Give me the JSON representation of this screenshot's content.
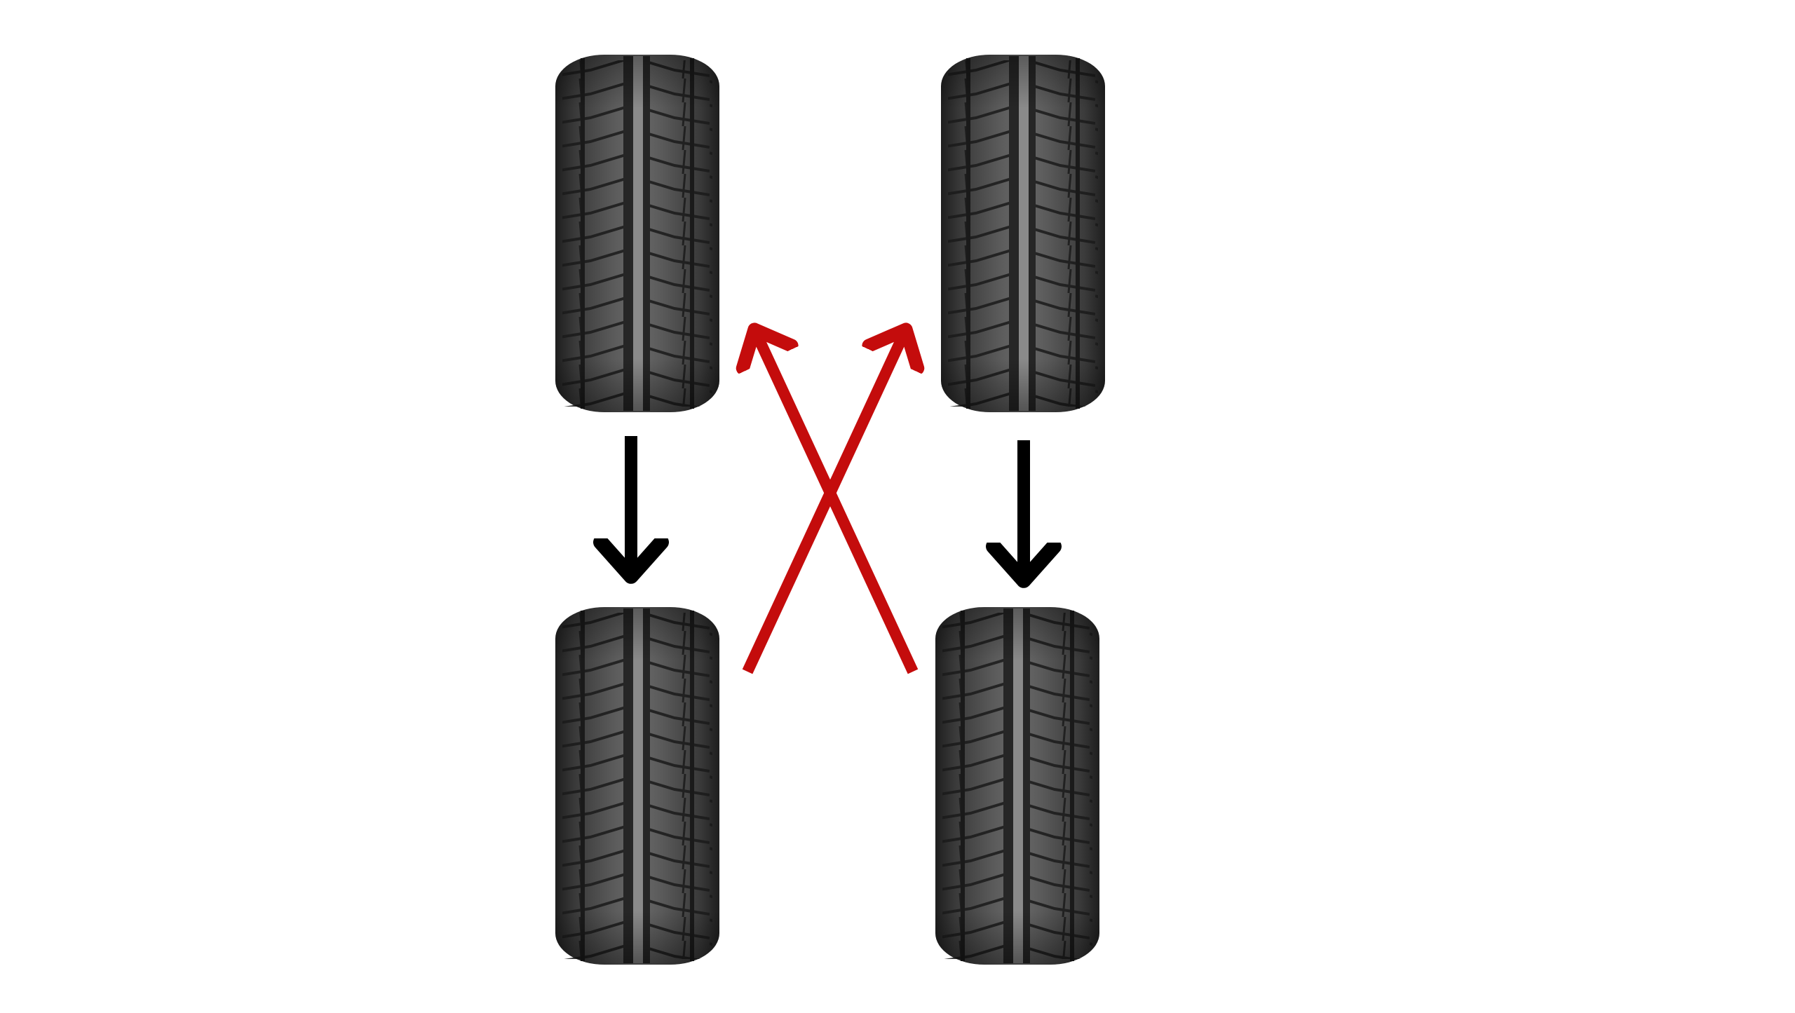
{
  "diagram": {
    "type": "tire-rotation",
    "tires": [
      {
        "id": "front-left"
      },
      {
        "id": "front-right"
      },
      {
        "id": "rear-left"
      },
      {
        "id": "rear-right"
      }
    ],
    "arrows": [
      {
        "from": "front-left",
        "to": "rear-left",
        "color": "#000000"
      },
      {
        "from": "front-right",
        "to": "rear-right",
        "color": "#000000"
      },
      {
        "from": "rear-left",
        "to": "front-right",
        "color": "#c40c0c"
      },
      {
        "from": "rear-right",
        "to": "front-left",
        "color": "#c40c0c"
      }
    ],
    "colors": {
      "background": "#ffffff",
      "tire_dark": "#2b2b2b",
      "tire_light": "#6e6e6e",
      "cross_arrow": "#c40c0c",
      "straight_arrow": "#000000"
    }
  }
}
